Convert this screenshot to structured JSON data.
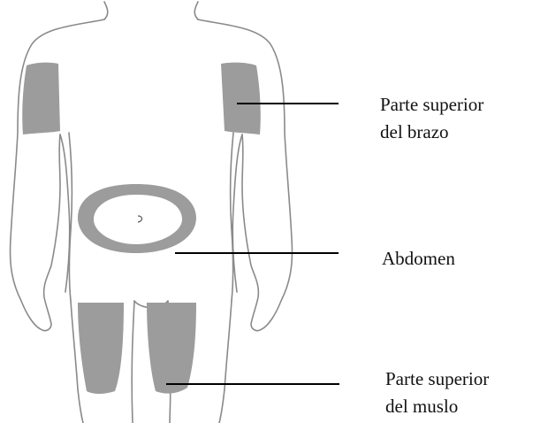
{
  "labels": {
    "upper_arm": {
      "line1": "Parte superior",
      "line2": "del brazo"
    },
    "abdomen": {
      "line1": "Abdomen"
    },
    "upper_thigh": {
      "line1": "Parte superior",
      "line2": "del muslo"
    }
  },
  "colors": {
    "outline": "#8a8a8a",
    "site_fill": "#9c9c9c",
    "leader_line": "#000000",
    "text": "#111111"
  }
}
